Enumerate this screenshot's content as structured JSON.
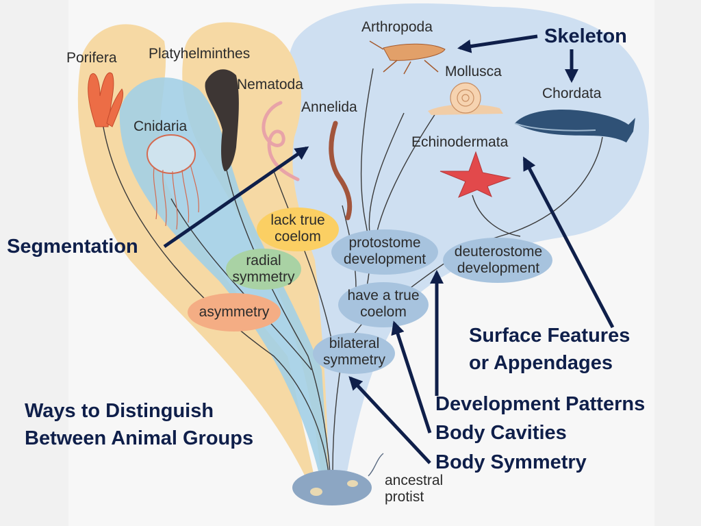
{
  "diagram": {
    "groups": {
      "porifera": "Porifera",
      "platyhelminthes": "Platyhelminthes",
      "nematoda": "Nematoda",
      "cnidaria": "Cnidaria",
      "annelida": "Annelida",
      "arthropoda": "Arthropoda",
      "mollusca": "Mollusca",
      "chordata": "Chordata",
      "echinodermata": "Echinodermata"
    },
    "traits": {
      "lack_true_coelom": [
        "lack true",
        "coelom"
      ],
      "radial_symmetry": [
        "radial",
        "symmetry"
      ],
      "asymmetry": "asymmetry",
      "protostome_development": [
        "protostome",
        "development"
      ],
      "deuterostome_development": [
        "deuterostome",
        "development"
      ],
      "have_true_coelom": [
        "have a true",
        "coelom"
      ],
      "bilateral_symmetry": [
        "bilateral",
        "symmetry"
      ],
      "ancestral_protist": [
        "ancestral",
        "protist"
      ]
    },
    "annotations": {
      "skeleton": "Skeleton",
      "segmentation": "Segmentation",
      "surface_features": [
        "Surface Features",
        "or Appendages"
      ],
      "development_patterns": "Development Patterns",
      "body_cavities": "Body Cavities",
      "body_symmetry": "Body Symmetry",
      "ways_to_distinguish": [
        "Ways to Distinguish",
        "Between Animal Groups"
      ]
    },
    "colors": {
      "bilateral_region": "#c9dcef",
      "orange_region": "#f6d9a4",
      "blue_region": "#a3cfe6",
      "arrow": "#0f1f4a",
      "trait_blue": "#a7c3de",
      "trait_green": "#a9d2a4",
      "trait_orange": "#f4ad84",
      "trait_yellow": "#fbcf63"
    }
  }
}
